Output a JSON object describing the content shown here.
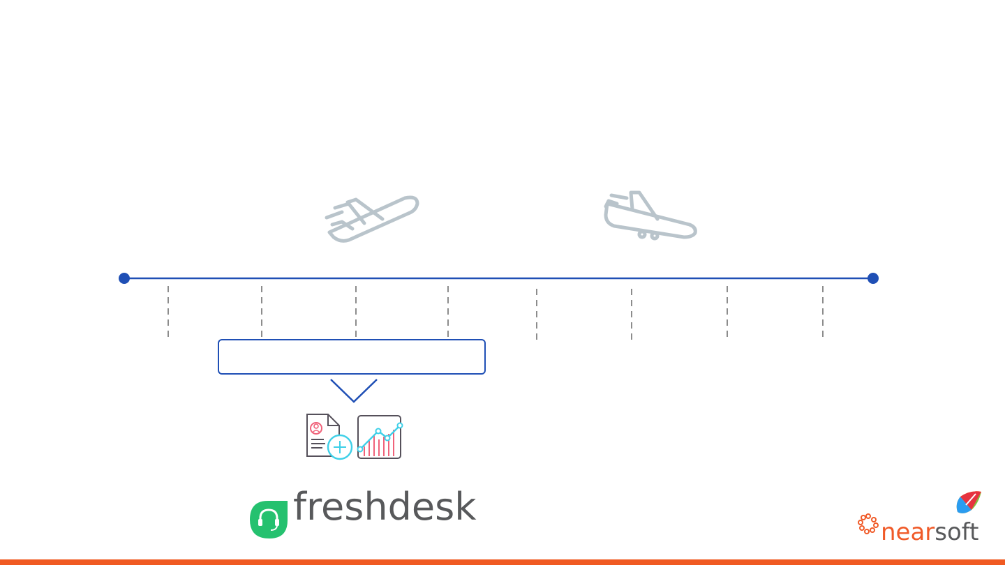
{
  "slide": {
    "title": "",
    "callout_text": ""
  },
  "icons": {
    "departure": "airplane-takeoff-icon",
    "arrival": "airplane-landing-icon",
    "resume": "resume-add-icon",
    "chart": "growth-chart-icon"
  },
  "logos": {
    "freshdesk": "freshdesk",
    "nearsoft_prefix": "near",
    "nearsoft_suffix": "soft"
  },
  "colors": {
    "timeline": "#1f4fb5",
    "plane": "#b9c4cb",
    "ticks": "#8c8c8c",
    "accent_bar": "#f05a22",
    "freshdesk_green": "#25c16f",
    "nearsoft_orange": "#f05a28"
  }
}
